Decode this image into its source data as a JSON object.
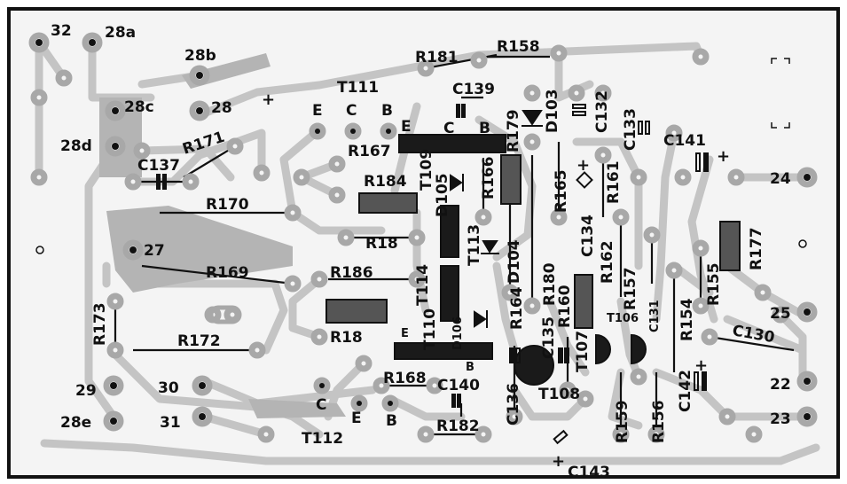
{
  "terminals": {
    "t32": "32",
    "t28a": "28a",
    "t28b": "28b",
    "t28c": "28c",
    "t28": "28",
    "t28d": "28d",
    "t27": "27",
    "t29": "29",
    "t28e": "28e",
    "t30": "30",
    "t31": "31",
    "t24": "24",
    "t25": "25",
    "t22": "22",
    "t23": "23"
  },
  "components": {
    "R181": "R181",
    "R158": "R158",
    "T111": "T111",
    "C139": "C139",
    "D103": "D103",
    "C132": "C132",
    "C133": "C133",
    "C141": "C141",
    "R167": "R167",
    "R179": "R179",
    "R171": "R171",
    "C137": "C137",
    "T109": "T109",
    "D105": "D105",
    "R166": "R166",
    "R165": "R165",
    "R161": "R161",
    "R184": "R184",
    "R170": "R170",
    "R18a": "R18",
    "T113": "T113",
    "D104": "D104",
    "C134": "C134",
    "R162": "R162",
    "R177": "R177",
    "R169": "R169",
    "R186": "R186",
    "T114": "T114",
    "R180": "R180",
    "R160": "R160",
    "R157": "R157",
    "R155": "R155",
    "R18b": "R18",
    "T110": "T110",
    "D106": "D106",
    "R164": "R164",
    "C135": "C135",
    "T106": "T106",
    "C131": "C131",
    "R154": "R154",
    "R173": "R173",
    "R172": "R172",
    "C130": "C130",
    "T107": "T107",
    "R168": "R168",
    "C140": "C140",
    "C136": "C136",
    "T108": "T108",
    "C142": "C142",
    "R182": "R182",
    "R159": "R159",
    "R156": "R156",
    "T112": "T112",
    "C143": "C143"
  },
  "pins": {
    "e1": "E",
    "c1": "C",
    "b1": "B",
    "e2": "E",
    "c2": "C",
    "b2": "B",
    "e3": "E",
    "b3": "B",
    "c4": "C",
    "e4": "E",
    "b4": "B"
  },
  "symbols": {
    "plus": "+"
  },
  "colors": {
    "board": "#f4f4f4",
    "trace": "#c9c9c9",
    "copper": "#b4b4b4",
    "ink": "#111111"
  }
}
